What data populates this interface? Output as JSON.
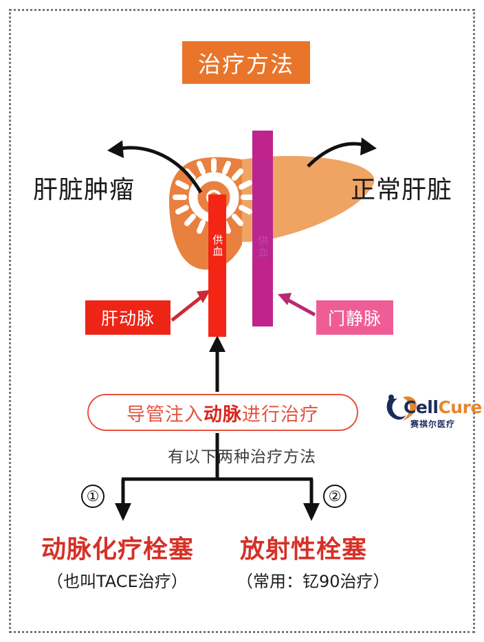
{
  "title": {
    "banner_text": "治疗方法",
    "banner_color": "#e8752a"
  },
  "labels": {
    "left_organ": "肝脏肿瘤",
    "right_organ": "正常肝脏"
  },
  "vessels": [
    {
      "id": "hepatic-artery",
      "vessel_label": "供血",
      "tag_text": "肝动脉",
      "color": "#f42515",
      "tag_color": "#ee2417"
    },
    {
      "id": "portal-vein",
      "vessel_label": "供血",
      "tag_text": "门静脉",
      "color": "#c0238c",
      "tag_color": "#ef5d97"
    }
  ],
  "treatment": {
    "pill_part1": "导管注入",
    "pill_emphasis": "动脉",
    "pill_part2": "进行治疗",
    "pill_border_color": "#e8503b",
    "sub_note": "有以下两种治疗方法"
  },
  "logo": {
    "word_part1": "Cell",
    "word_part2": "Cure",
    "chinese": "赛祺尔医疗",
    "color_primary": "#1b2a5b",
    "color_accent": "#e8852b"
  },
  "options": [
    {
      "number": "①",
      "title": "动脉化疗栓塞",
      "subtitle": "（也叫TACE治疗）",
      "title_color": "#d63027"
    },
    {
      "number": "②",
      "title": "放射性栓塞",
      "subtitle": "（常用：钇90治疗）",
      "title_color": "#d63027"
    }
  ],
  "colors": {
    "liver_left": "#e8813f",
    "liver_right": "#f0a464",
    "frame": "#77777a"
  }
}
